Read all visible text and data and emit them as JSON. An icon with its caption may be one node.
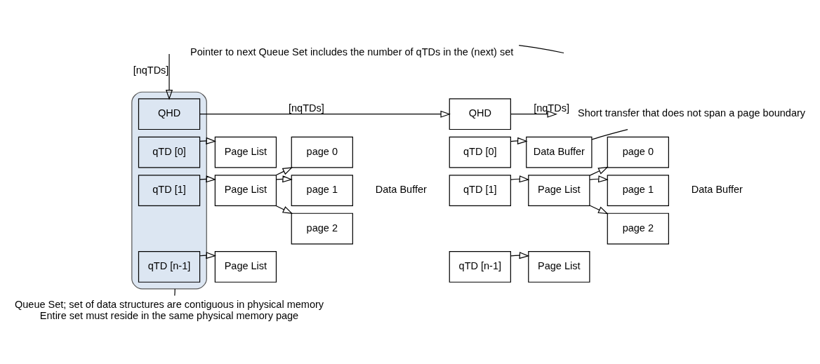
{
  "diagram": {
    "nodes": [
      {
        "text": [],
        "shape": "ellipse"
      },
      {
        "text": [
          "QHD"
        ],
        "in": 0
      },
      {
        "text": [
          "qTD [0]"
        ],
        "in": 0
      },
      {
        "text": [
          "qTD [1]"
        ],
        "in": 0
      },
      {
        "text": [
          "qTD [n-1]"
        ],
        "in": 0
      },
      {
        "text": [
          "Page List"
        ]
      },
      {
        "text": [
          "Page List"
        ]
      },
      {
        "text": [
          "Page List"
        ]
      },
      {
        "text": [
          "page 0"
        ]
      },
      {
        "text": [
          "page 1"
        ],
        "beside": [
          "Data Buffer"
        ]
      },
      {
        "text": [
          "page 2"
        ]
      },
      {
        "text": [
          "QHD"
        ]
      },
      {
        "text": [
          "qTD [0]"
        ]
      },
      {
        "text": [
          "qTD [1]"
        ]
      },
      {
        "text": [
          "qTD [n-1]"
        ]
      },
      {
        "text": [
          "Data Buffer"
        ]
      },
      {
        "text": [
          "Page List"
        ]
      },
      {
        "text": [
          "Page List"
        ]
      },
      {
        "text": [
          "page 0"
        ]
      },
      {
        "text": [
          "page 1"
        ],
        "beside": [
          "Data Buffer"
        ]
      },
      {
        "text": [
          "page 2"
        ]
      },
      {
        "text": [
          "Pointer to next Queue Set includes the number of qTDs in the (next) set"
        ]
      },
      {
        "text": [
          "Short transfer that does not span a page boundary"
        ]
      },
      {
        "text": [
          "Queue Set; set of data structures are contiguous in physical memory",
          "Entire set must reside in the same physical memory page"
        ]
      }
    ],
    "edges": [
      {
        "from": null,
        "to": 1,
        "arrow": "to",
        "label": "[nqTDs]"
      },
      {
        "from": 1,
        "to": 11,
        "arrow": "to",
        "label": "[nqTDs]"
      },
      {
        "from": 11,
        "to": null,
        "arrow": "to",
        "label": "[nqTDs]"
      },
      {
        "from": 2,
        "to": 5,
        "arrow": "to"
      },
      {
        "from": 3,
        "to": 6,
        "arrow": "to"
      },
      {
        "from": 4,
        "to": 7,
        "arrow": "to"
      },
      {
        "from": 6,
        "to": 8,
        "arrow": "to"
      },
      {
        "from": 6,
        "to": 9,
        "arrow": "to"
      },
      {
        "from": 6,
        "to": 10,
        "arrow": "to"
      },
      {
        "from": 12,
        "to": 15,
        "arrow": "to"
      },
      {
        "from": 13,
        "to": 16,
        "arrow": "to"
      },
      {
        "from": 14,
        "to": 17,
        "arrow": "to"
      },
      {
        "from": 16,
        "to": 18,
        "arrow": "to"
      },
      {
        "from": 16,
        "to": 19,
        "arrow": "to"
      },
      {
        "from": 16,
        "to": 20,
        "arrow": "to"
      },
      {
        "from": 21,
        "to": null,
        "arrow": "none"
      },
      {
        "from": 22,
        "to": 15,
        "arrow": "none"
      },
      {
        "from": 23,
        "to": 0,
        "arrow": "none"
      }
    ]
  }
}
